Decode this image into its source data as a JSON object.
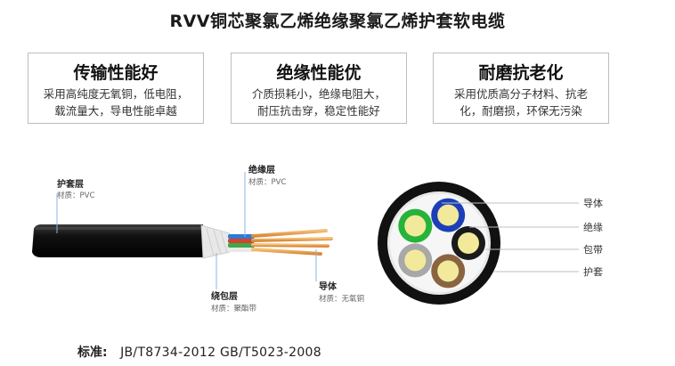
{
  "title": "RVV铜芯聚氯乙烯绝缘聚氯乙烯护套软电缆",
  "features": [
    {
      "heading": "传输性能好",
      "line1": "采用高纯度无氧铜，低电阻，",
      "line2": "载流量大，导电性能卓越"
    },
    {
      "heading": "绝缘性能优",
      "line1": "介质损耗小，绝缘电阻大，",
      "line2": "耐压抗击穿，稳定性能好"
    },
    {
      "heading": "耐磨抗老化",
      "line1": "采用优质高分子材料、抗老",
      "line2": "化，耐磨损，环保无污染"
    }
  ],
  "cable_side": {
    "sheath": {
      "name": "护套层",
      "material": "材质：PVC"
    },
    "insulation": {
      "name": "绝缘层",
      "material": "材质：PVC"
    },
    "wrap": {
      "name": "绕包层",
      "material": "材质：聚酯带"
    },
    "conductor": {
      "name": "导体",
      "material": "材质：无氧铜"
    }
  },
  "cross_section": {
    "labels": [
      "导体",
      "绝缘",
      "包带",
      "护套"
    ],
    "core_colors": [
      "#1c3fb8",
      "#1a1a1a",
      "#8a6440",
      "#a8a8a8",
      "#26b33a"
    ],
    "conductor_color": "#f2ea9a",
    "sheath_color": "#111111"
  },
  "standard": {
    "label": "标准:",
    "value": "JB/T8734-2012  GB/T5023-2008"
  }
}
